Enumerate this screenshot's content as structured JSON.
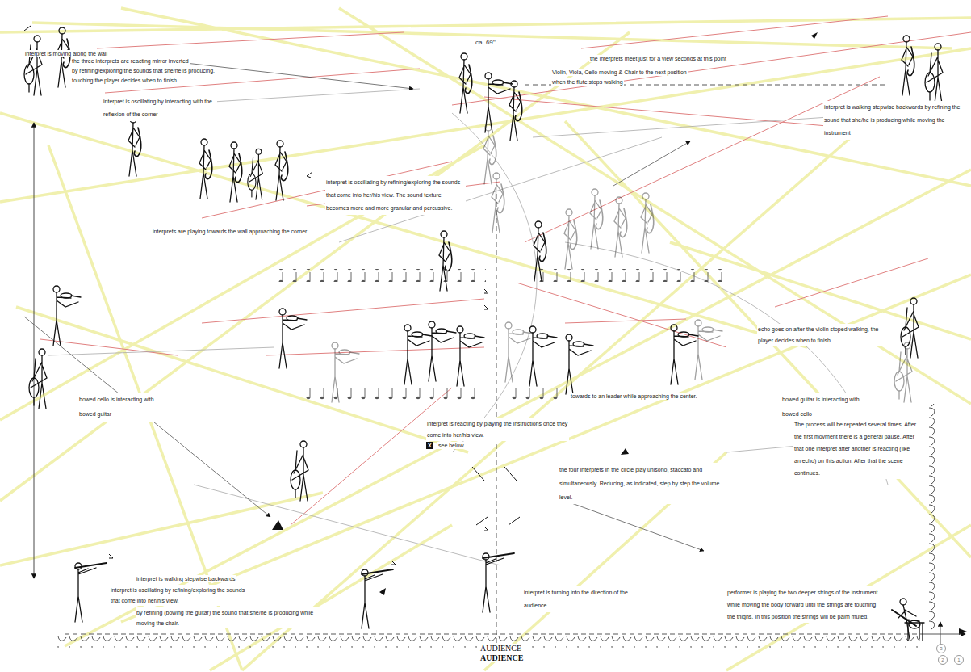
{
  "diagram": {
    "labels": [
      "interpret is moving along the wall",
      "the three interprets are reacting mirror inverted",
      "by refining/exploring the sounds that she/he is producing,",
      "touching the player decides when to finish.",
      "interpret is oscillating by interacting with the reflexion of the corner",
      "ca. 69''",
      "the interprets meet just for a view seconds at this point",
      "Violin, Viola, Cello moving & Chair to the next position",
      "when the flute stops walking",
      "interpret is walking stepwise backwards by refining the sound that she/he is producing while moving the instrument",
      "interpret is oscillating by refining/exploring the sounds that come into her/his view. The sound texture becomes more and more granular and percussive.",
      "interprets are playing towards the wall approaching the corner.",
      "echo goes on after the violin stoped walking, the player decides when to finish.",
      "bowed cello is interacting with bowed guitar",
      "towards to an leader while approaching the center.",
      "bowed guitar is interacting with bowed cello",
      "The process will be repeated several times. After the first movment there is a general pause. After that one interpret after another is reacting (like an echo) on this action. After that the scene continues.",
      "interpret is reacting by playing the instructions once they come into her/his view.",
      "X",
      "see below.",
      "the four interprets in the circle play unisono, staccato and simultaneously. Reducing, as indicated, step by step the volume level.",
      "interpret is walking stepwise backwards",
      "interpret is oscillating by refining/exploring the sounds that come into her/his view.",
      "by refining (bowing the guitar) the sound that she/he is producing while moving the chair.",
      "interpret is turning into the direction of the audience",
      "performer is playing the two deeper strings of the instrument while moving the body forward until the strings are touching the thighs. In this position the strings will be palm muted.",
      "AUDIENCE",
      "AUDIENCE",
      "3",
      "2",
      "1"
    ]
  }
}
